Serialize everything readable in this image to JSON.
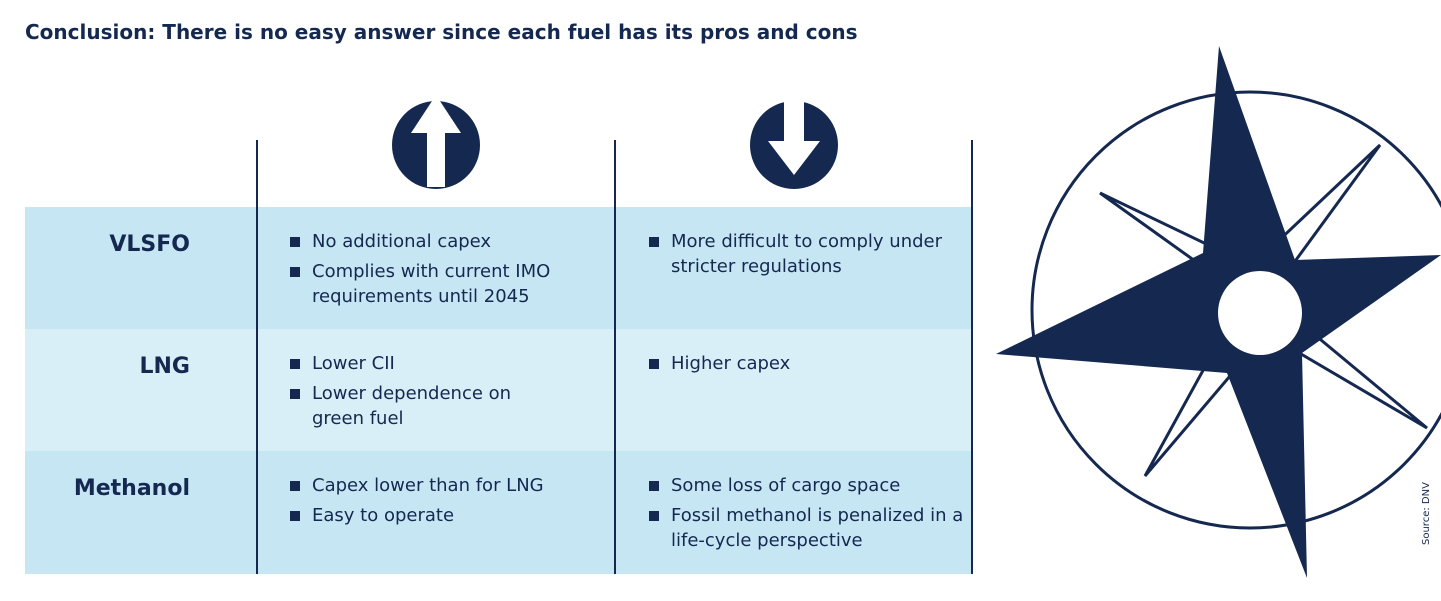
{
  "title": "Conclusion: There is no easy answer since each fuel has its pros and cons",
  "icons": {
    "pros": "up-arrow-icon",
    "cons": "down-arrow-icon",
    "decoration": "compass-rose-icon"
  },
  "colors": {
    "navy": "#142850",
    "row_dark": "#c6e6f4",
    "row_light": "#d9eff8"
  },
  "rows": [
    {
      "fuel": "VLSFO",
      "pros": [
        "No additional capex",
        "Complies with current IMO requirements until 2045"
      ],
      "cons": [
        "More difficult to comply under stricter regulations"
      ]
    },
    {
      "fuel": "LNG",
      "pros": [
        "Lower CII",
        "Lower dependence on green fuel"
      ],
      "cons": [
        "Higher capex"
      ]
    },
    {
      "fuel": "Methanol",
      "pros": [
        "Capex lower than for LNG",
        "Easy to operate"
      ],
      "cons": [
        "Some loss of cargo space",
        "Fossil methanol is penalized in a life-cycle perspective"
      ]
    }
  ],
  "source": "Source: DNV"
}
